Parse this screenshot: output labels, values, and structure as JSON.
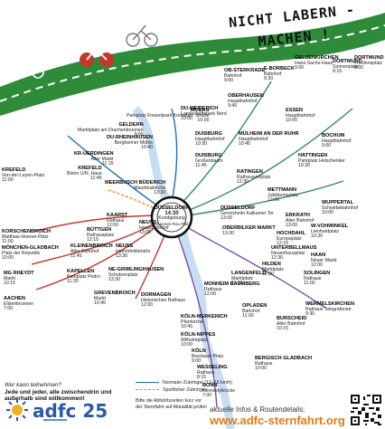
{
  "header": {
    "slogan": "NICHT LABERN - MACHEN !"
  },
  "hub": {
    "name": "DÜSSELDORF",
    "time": "14:30",
    "place": "Kundgebung",
    "route_label": "Johannes-Rau-Platz"
  },
  "stops": [
    {
      "id": "morrs",
      "name": "MOERS",
      "detail": "Parkplatz Freizeitpark Kreiselstr. Straße",
      "time": "10:00"
    },
    {
      "id": "geldern",
      "name": "GELDERN",
      "detail": "Marktplatz am Drachenbrunnen",
      "time": "9:00"
    },
    {
      "id": "duhein",
      "name": "DU-RHEINHAUSEN",
      "detail": "Bergheimer Mühle",
      "time": "10:40"
    },
    {
      "id": "krue",
      "name": "KR-UERDINGEN",
      "detail": "Alter Markt",
      "time": "11:15"
    },
    {
      "id": "krefeld",
      "name": "KREFELD",
      "detail": "Von-der-Leyen-Platz",
      "time": "11:00"
    },
    {
      "id": "krefeld2",
      "name": "KREFELD",
      "detail": "Bistro U/N, Haus",
      "time": "11:45"
    },
    {
      "id": "meerbusch",
      "name": "MEERBUSCH BÜDERICH",
      "detail": "Mauritiuskirche",
      "time": "13:30"
    },
    {
      "id": "kaarst",
      "name": "KAARST",
      "detail": "Rathaus",
      "time": "12:00"
    },
    {
      "id": "neuss",
      "name": "NEUSS",
      "detail": "Hauptbahnhof",
      "time": "13:00"
    },
    {
      "id": "buettgen",
      "name": "BÜTTGEN",
      "detail": "Rathausplatz",
      "time": "12:15"
    },
    {
      "id": "korschen",
      "name": "KORSCHENBROICH",
      "detail": "Matthias-Hoeren-Platz",
      "time": "11:00"
    },
    {
      "id": "mgl",
      "name": "MÖNCHEN-GLADBACH",
      "detail": "Platz der Republik",
      "time": "10:00"
    },
    {
      "id": "kleinen",
      "name": "KLEINENBROICH",
      "detail": "Alter Bahnhof",
      "time": "11:45"
    },
    {
      "id": "neuss2",
      "name": "NEUSS",
      "detail": "Hammfeldstraße",
      "time": "13:30"
    },
    {
      "id": "mgrheydt",
      "name": "MG RHEYDT",
      "detail": "Markt",
      "time": "10:15"
    },
    {
      "id": "kapellen",
      "name": "KAPELLEN",
      "detail": "Parkplatz Pedro",
      "time": "11:30"
    },
    {
      "id": "aachen",
      "name": "AACHEN",
      "detail": "Elisenbrunnen",
      "time": "7:00"
    },
    {
      "id": "grevenbroich",
      "name": "GREVENBROICH",
      "detail": "Markt",
      "time": "10:45"
    },
    {
      "id": "negrimm",
      "name": "NE-GRIMLINGHAUSEN",
      "detail": "Schützenplatz",
      "time": "13:30"
    },
    {
      "id": "dormagen",
      "name": "DORMAGEN",
      "detail": "Historisches Rathaus",
      "time": "12:00"
    },
    {
      "id": "monheim",
      "name": "MONHEIM BAUMBERG",
      "detail": "Rathaus",
      "time": "12:00"
    },
    {
      "id": "langenfeld",
      "name": "LANGENFELD",
      "detail": "Marktplatz",
      "time": "11:30"
    },
    {
      "id": "opladen",
      "name": "OPLADEN",
      "detail": "Bahnhof",
      "time": "11:00"
    },
    {
      "id": "koelnm",
      "name": "KÖLN-MERKENICH",
      "detail": "Pfarrkirche",
      "time": "10:45"
    },
    {
      "id": "koelnn",
      "name": "KÖLN-NIPPES",
      "detail": "Wilhelmplatz",
      "time": "10:00"
    },
    {
      "id": "koeln",
      "name": "KÖLN",
      "detail": "Breslauer Platz",
      "time": "9:00"
    },
    {
      "id": "wesseling",
      "name": "WESSELING",
      "detail": "Rathaus",
      "time": "8:15"
    },
    {
      "id": "bonn",
      "name": "BONN",
      "detail": "Kennedybrücke",
      "time": "7:00"
    },
    {
      "id": "bgladbach",
      "name": "BERGISCH GLADBACH",
      "detail": "Rathaus",
      "time": "10:00"
    },
    {
      "id": "burscheid",
      "name": "BURSCHEID",
      "detail": "Alter Bahnhof",
      "time": "10:15"
    },
    {
      "id": "wermels",
      "name": "WERMELSKIRCHEN",
      "detail": "Rathaus Telegrafenstr.",
      "time": "9:30"
    },
    {
      "id": "solingen",
      "name": "SOLINGEN",
      "detail": "Rathaus",
      "time": "11:00"
    },
    {
      "id": "haan",
      "name": "HAAN",
      "detail": "Neuer Markt",
      "time": "12:00"
    },
    {
      "id": "hilden",
      "name": "HILDEN",
      "detail": "Marktplatz",
      "time": "12:00"
    },
    {
      "id": "hochdahl",
      "name": "HOCHDAHL",
      "detail": "Europaplatz",
      "time": "12:15"
    },
    {
      "id": "erkrath",
      "name": "ERKRATH",
      "detail": "Alter Bahnhof",
      "time": "13:00"
    },
    {
      "id": "mettmann",
      "name": "METTMANN",
      "detail": "Jubiläumsplatz",
      "time": "12:00"
    },
    {
      "id": "ratingen",
      "name": "RATINGEN",
      "detail": "Rathausvorplatz",
      "time": "12:30"
    },
    {
      "id": "wuppertal",
      "name": "WUPPERTAL",
      "detail": "Schwebebahnhof",
      "time": "10:00"
    },
    {
      "id": "vohwinkel",
      "name": "W-VOHWINKEL",
      "detail": "Lienhardplatz",
      "time": "10:30"
    },
    {
      "id": "unterbilk",
      "name": "UNTERBELLMAUS",
      "detail": "Neuenhausplatz",
      "time": "12:30"
    },
    {
      "id": "essen",
      "name": "ESSEN",
      "detail": "Hauptbahnhof",
      "time": "10:00"
    },
    {
      "id": "muelheim",
      "name": "MÜLHEIM AN DER RUHR",
      "detail": "Hauptbahnhof",
      "time": "10:45"
    },
    {
      "id": "duisburg",
      "name": "DUISBURG",
      "detail": "Hauptbahnhof",
      "time": "10:30"
    },
    {
      "id": "dumeid",
      "name": "DU-MEIDERICH",
      "detail": "Landschaftspark Nord",
      "time": "10:00"
    },
    {
      "id": "oberhausen",
      "name": "OBERHAUSEN",
      "detail": "Hauptbahnhof",
      "time": "9:45"
    },
    {
      "id": "bochum",
      "name": "BOCHUM",
      "detail": "Hauptbahnhof",
      "time": "9:00"
    },
    {
      "id": "hattingen",
      "name": "HATTINGEN",
      "detail": "Parkplatz Holschenker",
      "time": "10:30"
    },
    {
      "id": "gelsen",
      "name": "GELSENKIRCHEN",
      "detail": "Hans-Sachs-Haus",
      "time": "9:00"
    },
    {
      "id": "dortmund",
      "name": "DORTMUND",
      "detail": "Sonnenplatz",
      "time": "8:15"
    },
    {
      "id": "dortmund2",
      "name": "DORTMUND",
      "detail": "Friedensplatz",
      "time": "8:00"
    },
    {
      "id": "ebottrop",
      "name": "E-BORBECK",
      "detail": "Bahnhof",
      "time": "9:30"
    },
    {
      "id": "obsterk",
      "name": "OB-STERKRADE",
      "detail": "Bahnhof",
      "time": "9:00"
    },
    {
      "id": "duhoch",
      "name": "DUISBURG",
      "detail": "Großenbaum",
      "time": "11:45"
    },
    {
      "id": "mitte",
      "name": "DÜSSELDORF",
      "detail": "Gerresheim Kalkumer Tor",
      "time": "13:00"
    },
    {
      "id": "oberbilk",
      "name": "OBERBILKER MARKT",
      "detail": "",
      "time": "13:30"
    }
  ],
  "legend": {
    "question": "Wer kann teilnehmen?",
    "welcome": "Jede und jeder, alle zwischendrin und außerhalb sind willkommen!",
    "normal": "Normaler Zubringer (12–15 km/h)",
    "sport": "Sportlicher Zubringer",
    "note1": "Bitte die Abfahrtszeiten kurz vor",
    "note2": "der Sternfahrt auf Aktualität prüfen",
    "brand": "adfc 25"
  },
  "footer": {
    "info": "aktuelle Infos & Routendetails:",
    "url": "www.adfc-sternfahrt.org"
  },
  "colors": {
    "road": "#2e8b3a",
    "accent": "#e07a1a",
    "brand": "#2a5aa8",
    "west": "#c0392b",
    "north": "#1f6fb5",
    "east": "#2f8f57",
    "south": "#7b4ea3",
    "sport": "#f08c1a"
  }
}
